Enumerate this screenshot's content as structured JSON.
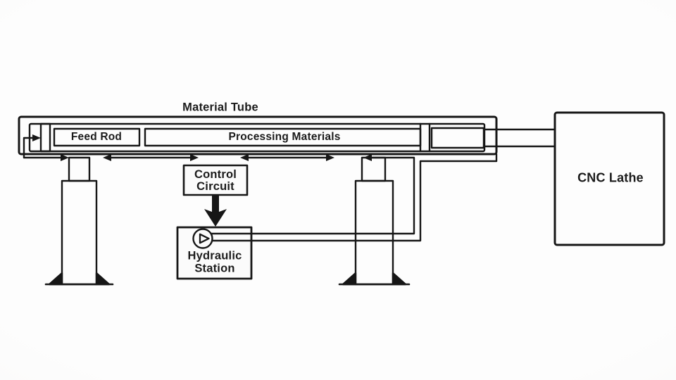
{
  "diagram": {
    "type": "technical-schematic",
    "background": "#fbfbfb",
    "line_color": "#161616",
    "text_color": "#1b1b1b",
    "nodes": {
      "material_tube": {
        "label": "Material Tube"
      },
      "feed_rod": {
        "label": "Feed Rod"
      },
      "processing_materials": {
        "label": "Processing Materials"
      },
      "control_circuit": {
        "label": "Control Circuit"
      },
      "hydraulic_station": {
        "label": "Hydraulic Station"
      },
      "cnc_lathe": {
        "label": "CNC Lathe"
      }
    },
    "icons": {
      "pump": "pump-play-icon"
    },
    "connections": [
      {
        "from": "control_circuit",
        "to": "hydraulic_station",
        "style": "thick-down-arrow"
      },
      {
        "from": "hydraulic_station",
        "to": "material_tube_left_piston",
        "style": "pipe-line"
      },
      {
        "from": "hydraulic_station",
        "to": "right_support_cylinder",
        "style": "pipe-line-with-arrow"
      },
      {
        "from": "material_tube",
        "to": "cnc_lathe",
        "style": "double-line-channel"
      },
      {
        "from": "feed_rod_area",
        "to": "processing_area",
        "style": "double-headed-travel-arrows"
      }
    ]
  }
}
